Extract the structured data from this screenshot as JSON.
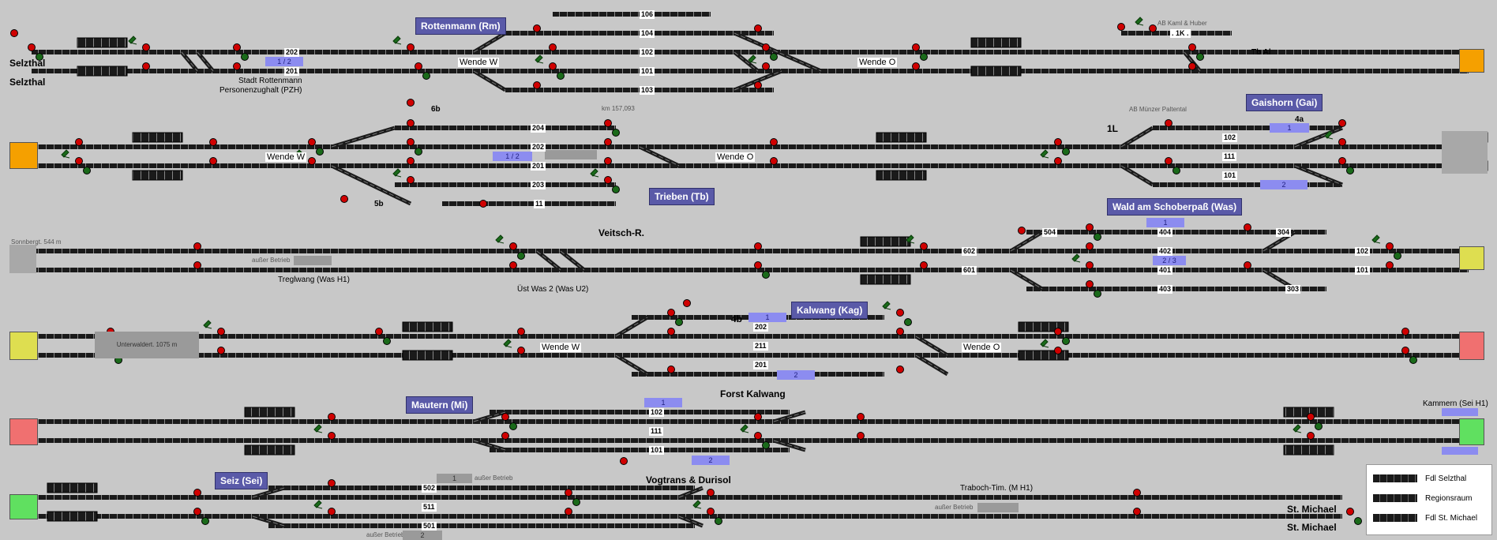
{
  "stations": {
    "rottenmann": "Rottenmann (Rm)",
    "gaishorn": "Gaishorn (Gai)",
    "trieben": "Trieben (Tb)",
    "wald": "Wald am Schoberpaß (Was)",
    "kalwang": "Kalwang (Kag)",
    "mautern": "Mautern (Mi)",
    "seiz": "Seiz (Sei)"
  },
  "places": {
    "selzthal_1": "Selzthal",
    "selzthal_2": "Selzthal",
    "stadt_rottenmann": "Stadt Rottenmann",
    "pzh": "Personenzughalt (PZH)",
    "veitsch": "Veitsch-R.",
    "treglwang": "Treglwang (Was H1)",
    "ust_was2": "Üst Was 2 (Was U2)",
    "forst_kalwang": "Forst Kalwang",
    "vogtrans": "Vogtrans & Durisol",
    "traboch": "Traboch-Tim. (M H1)",
    "kammern": "Kammern (Sei H1)",
    "st_michael_1": "St. Michael",
    "st_michael_2": "St. Michael",
    "tb_al": "Tb Al",
    "one_l": "1L",
    "four_b": "4b",
    "six_b": "6b",
    "five_b": "5b",
    "four_a": "4a"
  },
  "small_labels": {
    "ab_kaml": "AB Kaml & Huber",
    "ab_munzer": "AB Münzer Paltental",
    "km": "km 157,093",
    "sonnberg": "Sonnbergt. 544 m",
    "ausser_1": "außer Betrieb",
    "ausser_2": "außer Betrieb",
    "ausser_3": "außer Betrieb",
    "ausser_4": "außer Betrieb",
    "unterwaldert": "Unterwaldert. 1075 m"
  },
  "wende": {
    "w1": "Wende W",
    "o1": "Wende O",
    "w2": "Wende W",
    "o2": "Wende O",
    "w3": "Wende W",
    "o3": "Wende O"
  },
  "tracks": {
    "r1_106": "106",
    "r1_104": "104",
    "r1_102": "102",
    "r1_101": "101",
    "r1_103": "103",
    "r1_202": "202",
    "r1_201": "201",
    "r1_1k": ". 1K .",
    "r2_204": "204",
    "r2_202": "202",
    "r2_201": "201",
    "r2_203": "203",
    "r2_11": "11",
    "r2_102": "102",
    "r2_111": "111",
    "r2_101": "101",
    "r3_404": "404",
    "r3_402": "402",
    "r3_401": "401",
    "r3_403": "403",
    "r3_602": "602",
    "r3_601": "601",
    "r3_504": "504",
    "r3_304": "304",
    "r3_303": "303",
    "r3_102": "102",
    "r3_101": "101",
    "r4_202": "202",
    "r4_211": "211",
    "r4_201": "201",
    "r5_102": "102",
    "r5_111": "111",
    "r5_101": "101",
    "r6_502": "502",
    "r6_511": "511",
    "r6_501": "501"
  },
  "blue_boxes": {
    "b1": "1 / 2",
    "b2": "1 / 2",
    "b3": "1",
    "b4": "2",
    "b5": "1",
    "b6": "2 / 3",
    "b7": "1",
    "b8": "2",
    "b9": "1",
    "b10": "2"
  },
  "gray_boxes": {
    "g1": "1",
    "g2": "2"
  },
  "legend": {
    "fdl_selzthal": "Fdl Selzthal",
    "regionsraum": "Regionsraum",
    "fdl_st_michael": "Fdl St. Michael"
  },
  "colors": {
    "background": "#c8c8c8",
    "station_box": "#5a5aa8",
    "orange_edge": "#f5a000",
    "yellow_edge": "#dede50",
    "red_edge": "#f07070",
    "green_edge": "#60e060",
    "signal_red": "#d00000",
    "signal_green": "#1a6a1a",
    "track": "#1a1a1a"
  },
  "icons": [
    "signal-red-icon",
    "signal-green-icon",
    "switch-icon",
    "lever-icon"
  ]
}
